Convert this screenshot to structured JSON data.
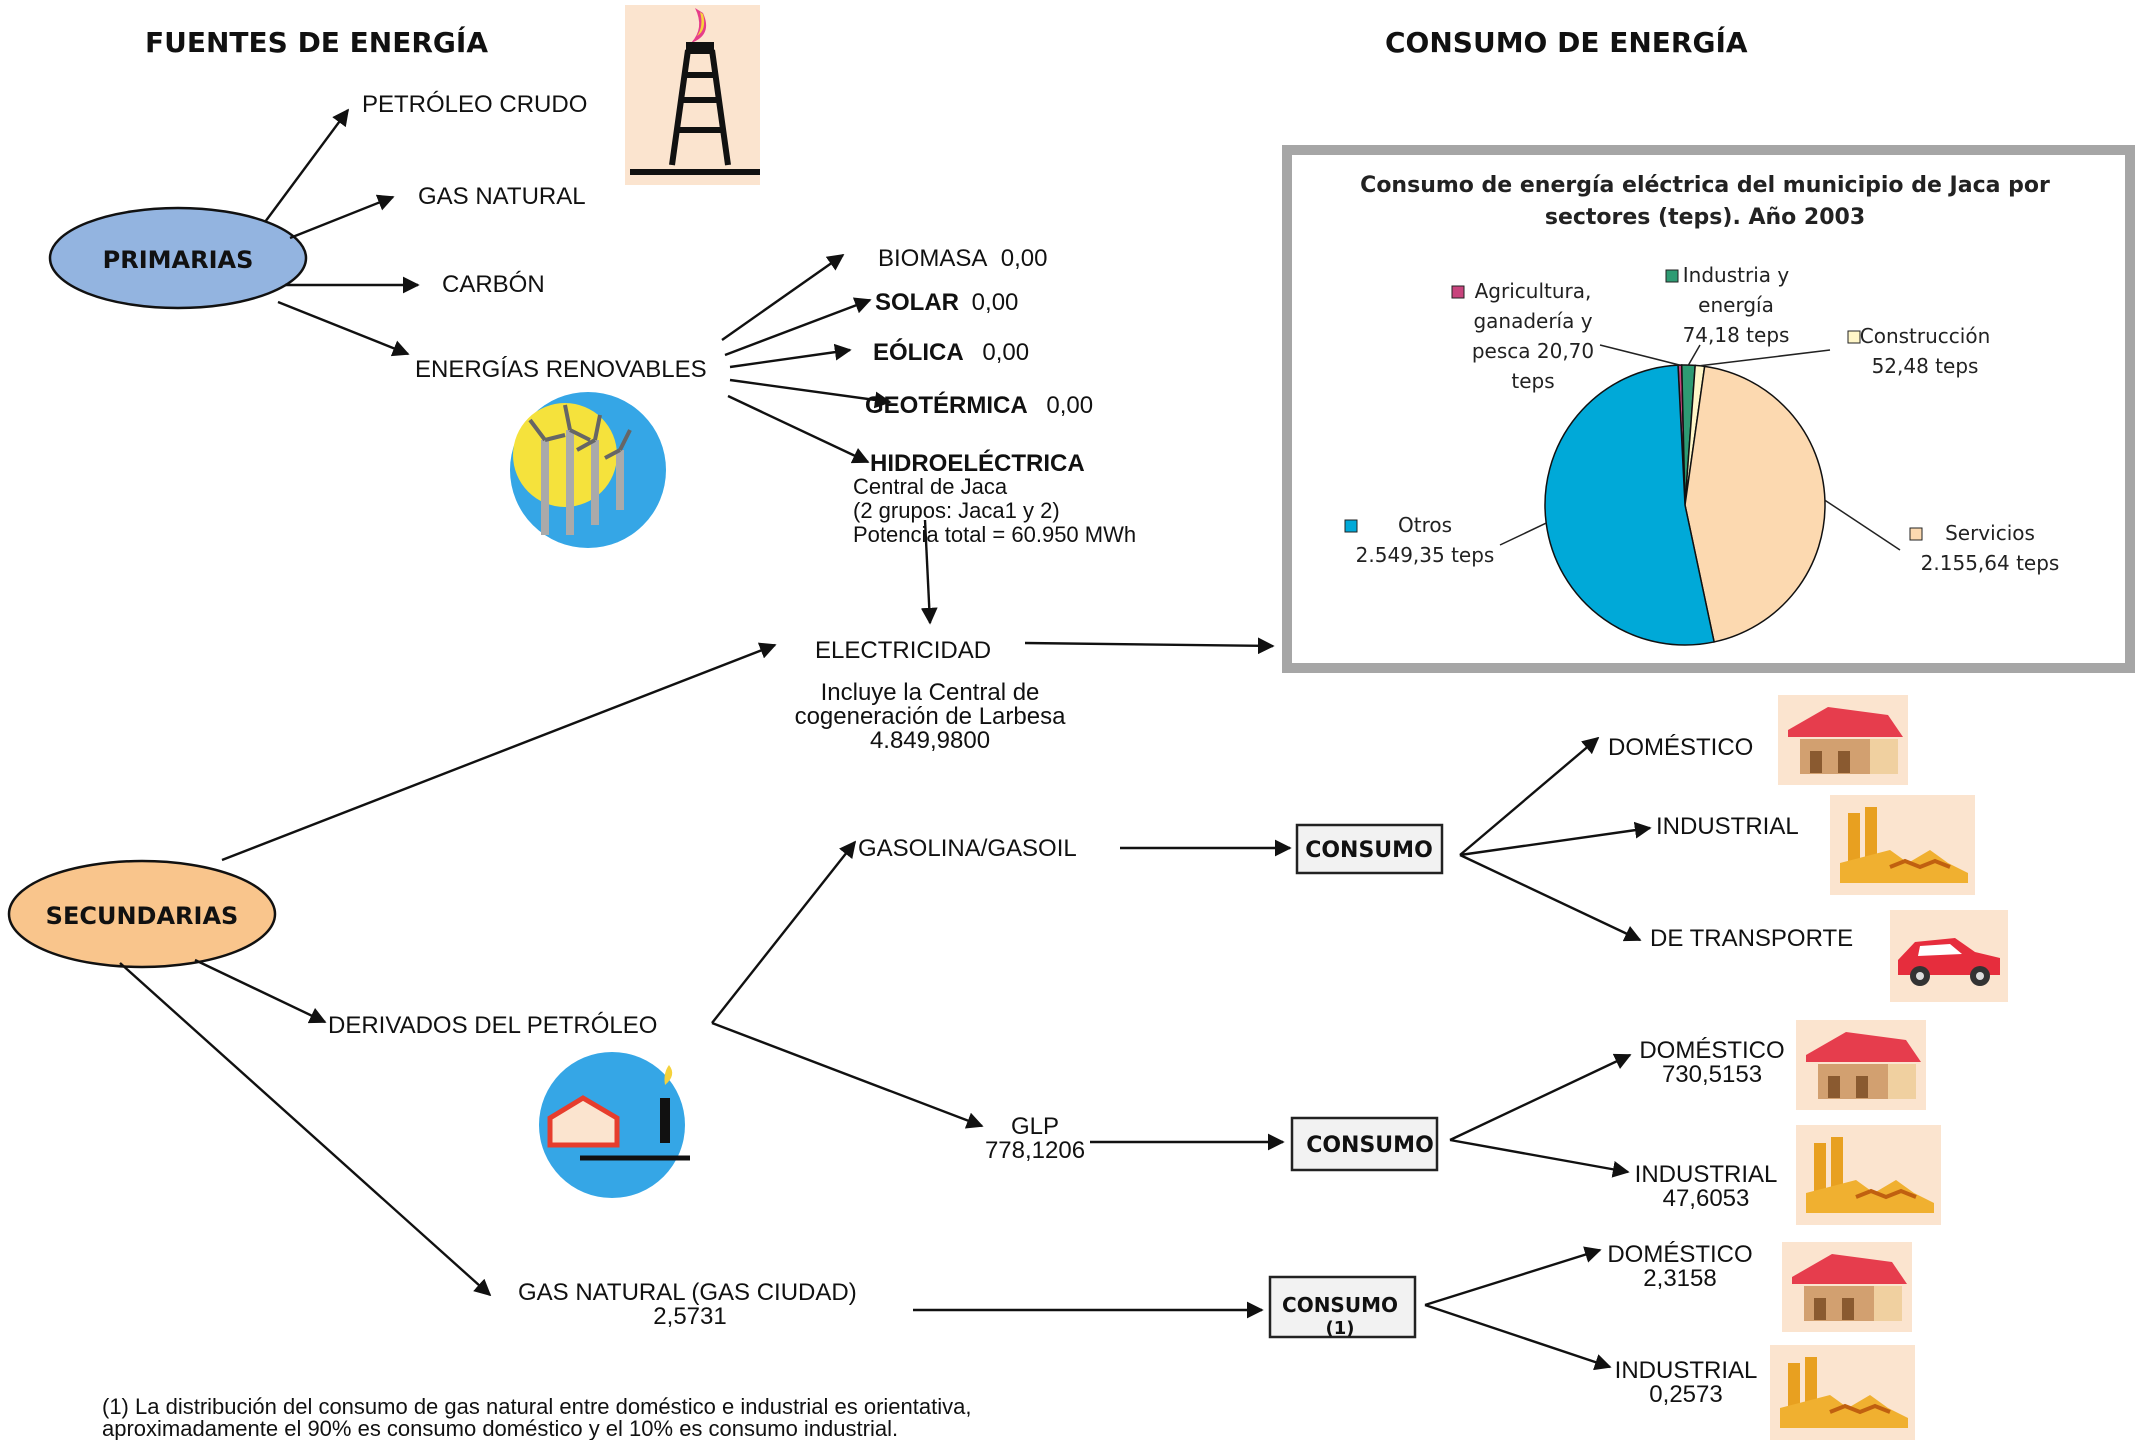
{
  "headers": {
    "sources": "FUENTES DE ENERGÍA",
    "consumption": "CONSUMO DE ENERGÍA"
  },
  "primary": {
    "label": "PRIMARIAS",
    "items": {
      "crude": "PETRÓLEO CRUDO",
      "gas": "GAS NATURAL",
      "coal": "CARBÓN",
      "renewables": "ENERGÍAS RENOVABLES"
    }
  },
  "renewables": {
    "biomass": {
      "name": "BIOMASA",
      "value": "0,00"
    },
    "solar": {
      "name": "SOLAR",
      "value": "0,00"
    },
    "wind": {
      "name": "EÓLICA",
      "value": "0,00"
    },
    "geo": {
      "name": "GEOTÉRMICA",
      "value": "0,00"
    },
    "hydro": {
      "name": "HIDROELÉCTRICA",
      "line1": "Central de Jaca",
      "line2": "(2 grupos: Jaca1 y 2)",
      "line3": "Potencia total = 60.950 MWh"
    }
  },
  "electricity": {
    "label": "ELECTRICIDAD",
    "note1": "Incluye la Central de",
    "note2": "cogeneración de Larbesa",
    "value": "4.849,9800"
  },
  "secondary": {
    "label": "SECUNDARIAS",
    "derivatives": "DERIVADOS DEL PETRÓLEO",
    "gasoline": "GASOLINA/GASOIL",
    "glp": {
      "name": "GLP",
      "value": "778,1206"
    },
    "natgas": {
      "name": "GAS NATURAL (GAS CIUDAD)",
      "value": "2,5731"
    }
  },
  "consumo": {
    "box1": "CONSUMO",
    "box2": "CONSUMO",
    "box3_l1": "CONSUMO",
    "box3_l2": "(1)"
  },
  "endpoints": {
    "g_domestic": "DOMÉSTICO",
    "g_industrial": "INDUSTRIAL",
    "g_transport": "DE  TRANSPORTE",
    "glp_domestic": {
      "name": "DOMÉSTICO",
      "value": "730,5153"
    },
    "glp_industrial": {
      "name": "INDUSTRIAL",
      "value": "47,6053"
    },
    "ng_domestic": {
      "name": "DOMÉSTICO",
      "value": "2,3158"
    },
    "ng_industrial": {
      "name": "INDUSTRIAL",
      "value": "0,2573"
    }
  },
  "footnote": {
    "line1": "(1) La distribución del consumo de gas natural entre doméstico e industrial es orientativa,",
    "line2": "aproximadamente el 90% es consumo doméstico y el 10% es consumo industrial."
  },
  "colors": {
    "primarias": "#93b4e0",
    "secundarias": "#f9c58c",
    "otros": "#00a9d8",
    "servicios": "#fcd9b0",
    "industria": "#2e9b73",
    "agricultura": "#c8447d",
    "construccion": "#fff6c8"
  },
  "chart_data": {
    "type": "pie",
    "title_line1": "Consumo de energía eléctrica del municipio de Jaca por",
    "title_line2": "sectores (teps). Año 2003",
    "slices": [
      {
        "name_lines": [
          "Agricultura,",
          "ganadería y",
          "pesca 20,70",
          "teps"
        ],
        "value": 20.7,
        "color": "#c8447d"
      },
      {
        "name_lines": [
          "Industria y",
          "energía",
          "74,18 teps"
        ],
        "value": 74.18,
        "color": "#2e9b73"
      },
      {
        "name_lines": [
          "Construcción",
          "52,48 teps"
        ],
        "value": 52.48,
        "color": "#fff6c8"
      },
      {
        "name_lines": [
          "Servicios",
          "2.155,64 teps"
        ],
        "value": 2155.64,
        "color": "#fcd9b0"
      },
      {
        "name_lines": [
          "Otros",
          "2.549,35 teps"
        ],
        "value": 2549.35,
        "color": "#00a9d8"
      }
    ]
  }
}
